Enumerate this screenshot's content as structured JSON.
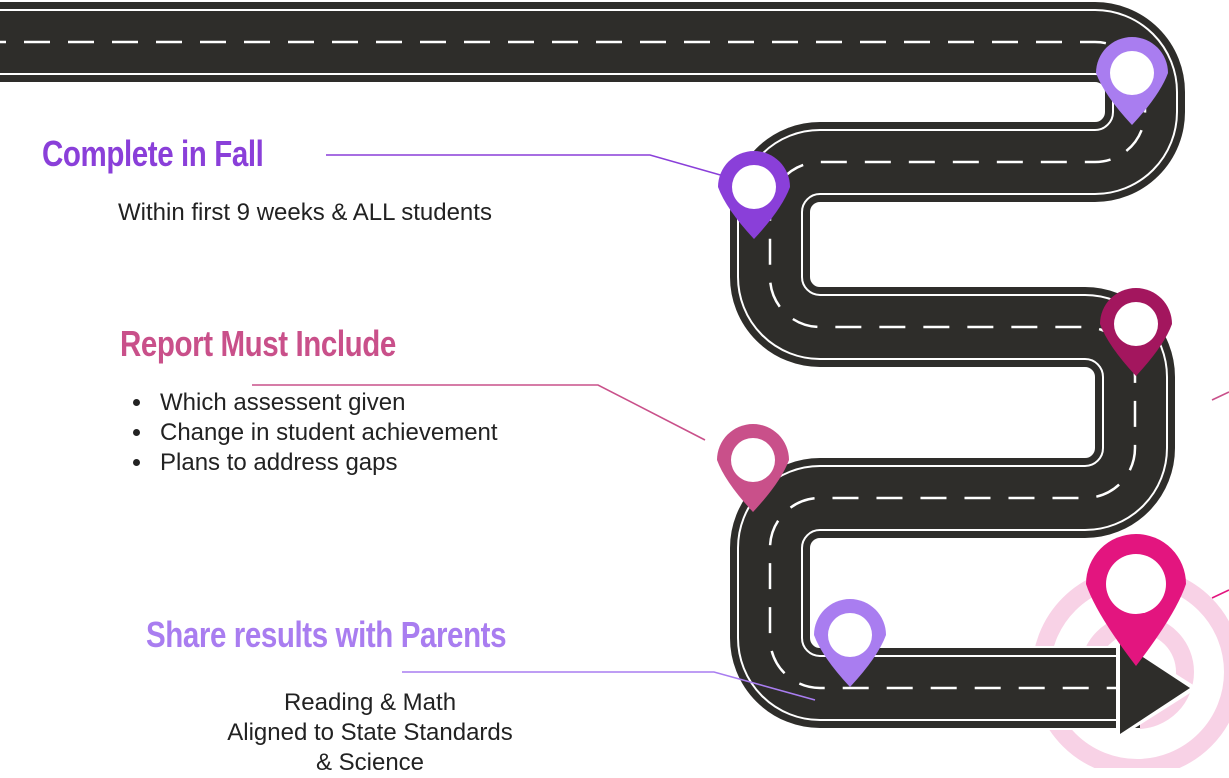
{
  "colors": {
    "road": "#2e2d2a",
    "road_edge": "#ffffff",
    "purple_dark": "#8a3fd9",
    "purple_light": "#a97df0",
    "magenta_dark": "#a3165e",
    "rose": "#c9508a",
    "pink": "#e3157f",
    "target_ring": "#f8d2e6",
    "heading_purple": "#8a3fd9",
    "heading_rose": "#c9508a",
    "heading_lilac": "#a97df0"
  },
  "sections": [
    {
      "heading": "Complete in Fall",
      "lines": [
        "Within first 9 weeks & ALL students"
      ]
    },
    {
      "heading": "Report Must Include",
      "bullets": [
        "Which assessent given",
        "Change in student achievement",
        "Plans to address gaps"
      ]
    },
    {
      "heading": "Share results with Parents",
      "lines": [
        "Reading & Math",
        "Aligned to State Standards",
        "& Science"
      ]
    }
  ],
  "markers": [
    {
      "name": "pin-top-right",
      "color": "lilac"
    },
    {
      "name": "pin-complete-in-fall",
      "color": "purple"
    },
    {
      "name": "pin-right-middle",
      "color": "magenta"
    },
    {
      "name": "pin-report",
      "color": "rose"
    },
    {
      "name": "pin-share-results",
      "color": "lilac"
    },
    {
      "name": "pin-destination",
      "color": "pink"
    }
  ]
}
